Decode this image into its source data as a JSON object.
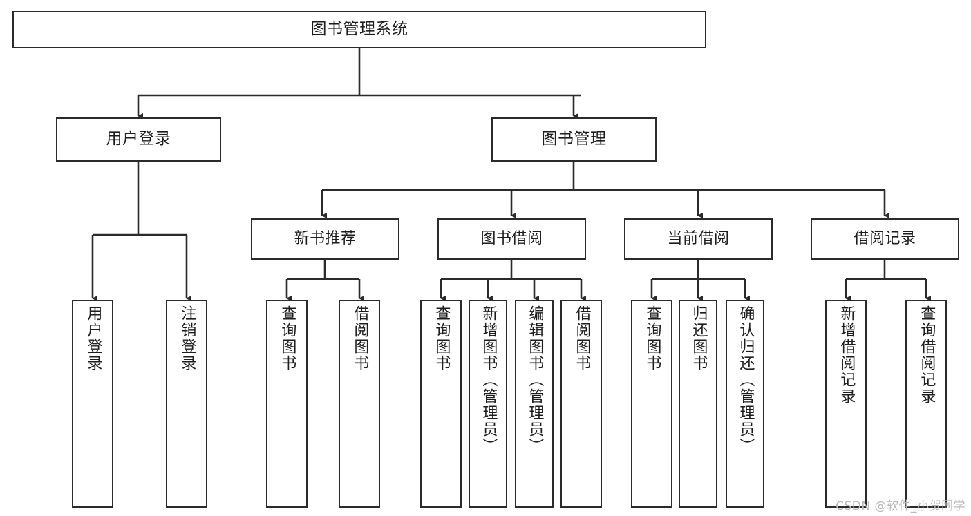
{
  "diagram": {
    "title": "图书管理系统",
    "type": "tree",
    "watermark": "CSDN @软件_小贺同学",
    "colors": {
      "background": "#ffffff",
      "box_border": "#2b2b2b",
      "box_fill": "#ffffff",
      "edge": "#2b2b2b",
      "text": "#1d1d1d",
      "watermark": "#b9b9b9"
    },
    "nodes": {
      "root": {
        "label": "图书管理系统"
      },
      "level1": [
        {
          "label": "用户登录"
        },
        {
          "label": "图书管理"
        }
      ],
      "level2": [
        {
          "label": "新书推荐"
        },
        {
          "label": "图书借阅"
        },
        {
          "label": "当前借阅"
        },
        {
          "label": "借阅记录"
        }
      ],
      "leaves": {
        "user_login": [
          {
            "label": "用户登录"
          },
          {
            "label": "注销登录"
          }
        ],
        "new_book_recommend": [
          {
            "label": "查询图书"
          },
          {
            "label": "借阅图书"
          }
        ],
        "book_borrow": [
          {
            "label": "查询图书"
          },
          {
            "label": "新增图书（管理员）"
          },
          {
            "label": "编辑图书（管理员）"
          },
          {
            "label": "借阅图书"
          }
        ],
        "current_borrow": [
          {
            "label": "查询图书"
          },
          {
            "label": "归还图书"
          },
          {
            "label": "确认归还（管理员）"
          }
        ],
        "borrow_records": [
          {
            "label": "新增借阅记录"
          },
          {
            "label": "查询借阅记录"
          }
        ]
      }
    }
  }
}
